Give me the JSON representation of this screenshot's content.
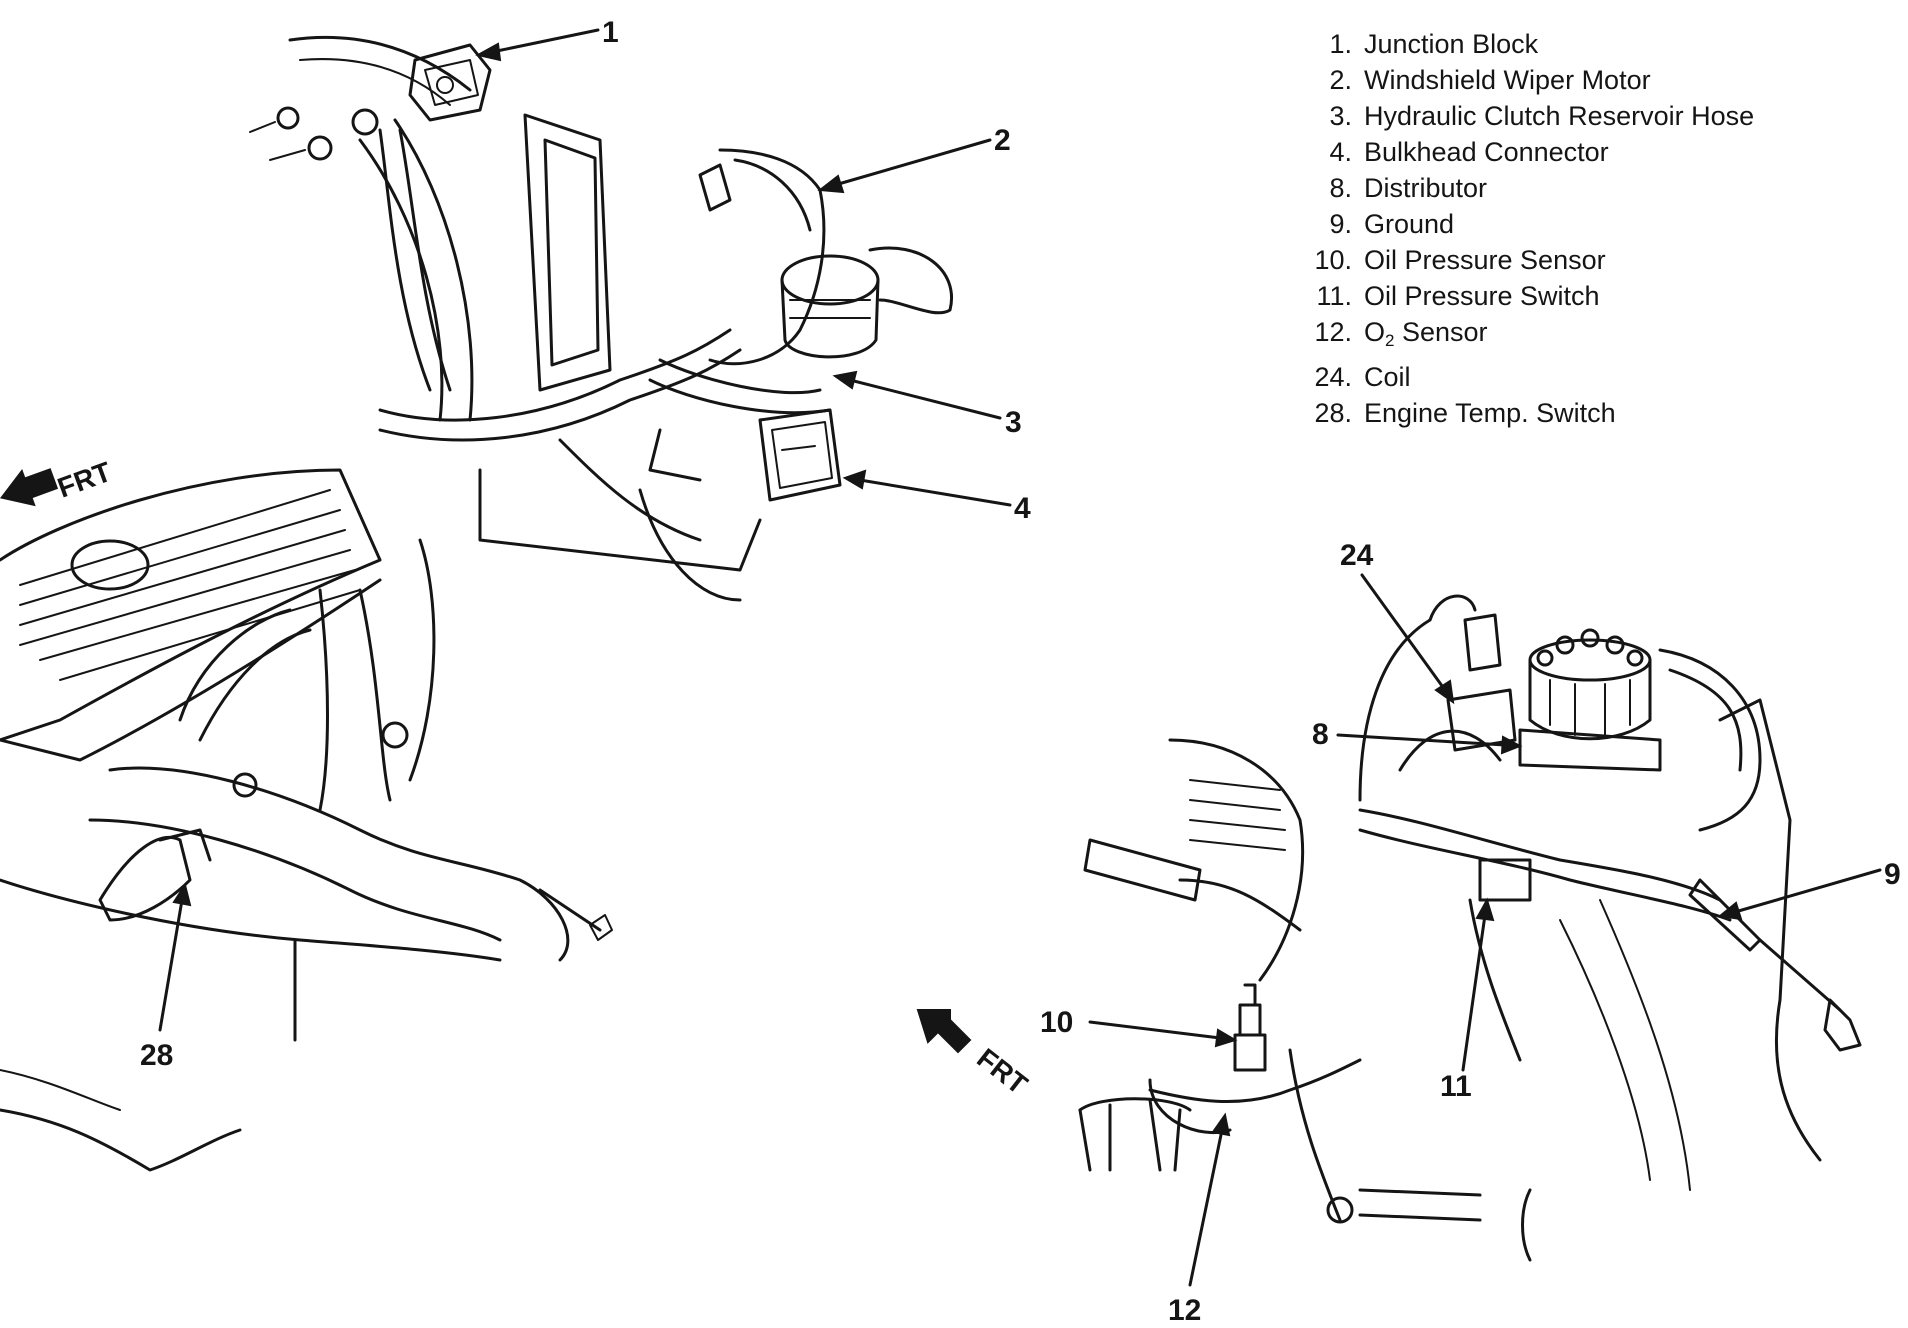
{
  "legend": {
    "items": [
      {
        "number": "1.",
        "label": "Junction Block"
      },
      {
        "number": "2.",
        "label": "Windshield Wiper Motor"
      },
      {
        "number": "3.",
        "label": "Hydraulic Clutch Reservoir Hose"
      },
      {
        "number": "4.",
        "label": "Bulkhead Connector"
      },
      {
        "number": "8.",
        "label": "Distributor"
      },
      {
        "number": "9.",
        "label": "Ground"
      },
      {
        "number": "10.",
        "label": "Oil Pressure Sensor"
      },
      {
        "number": "11.",
        "label": "Oil Pressure Switch"
      },
      {
        "number": "12.",
        "label_prefix": "O",
        "label_sub": "2",
        "label_suffix": " Sensor"
      },
      {
        "number": "24.",
        "label": "Coil"
      },
      {
        "number": "28.",
        "label": "Engine Temp. Switch"
      }
    ]
  },
  "callouts": {
    "c1": "1",
    "c2": "2",
    "c3": "3",
    "c4": "4",
    "c8": "8",
    "c9": "9",
    "c10": "10",
    "c11": "11",
    "c12": "12",
    "c24": "24",
    "c28": "28"
  },
  "direction_markers": {
    "left_view": "FRT",
    "right_view": "FRT"
  }
}
